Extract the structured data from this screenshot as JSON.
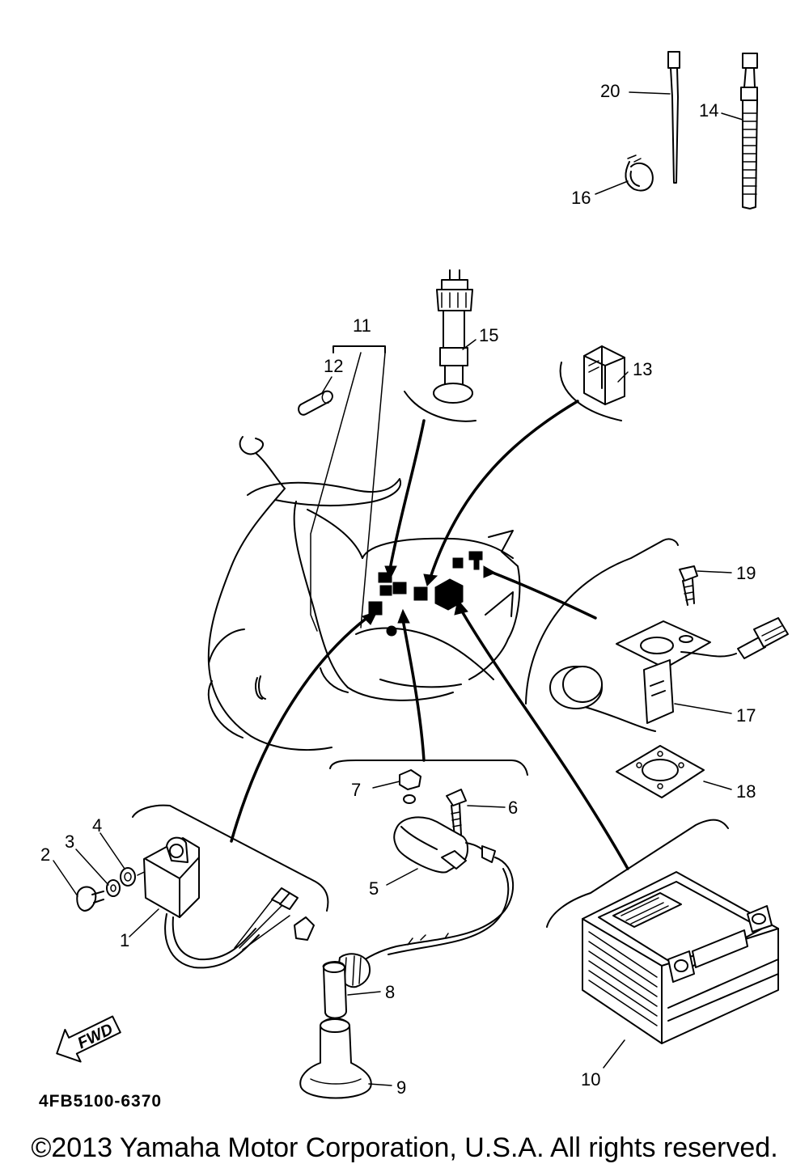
{
  "diagram": {
    "callouts": {
      "c1": "1",
      "c2": "2",
      "c3": "3",
      "c4": "4",
      "c5": "5",
      "c6": "6",
      "c7": "7",
      "c8": "8",
      "c9": "9",
      "c10": "10",
      "c11": "11",
      "c12": "12",
      "c13": "13",
      "c14": "14",
      "c15": "15",
      "c16": "16",
      "c17": "17",
      "c18": "18",
      "c19": "19",
      "c20": "20"
    },
    "fwd_label": "FWD",
    "part_code": "4FB5100-6370"
  },
  "footer": {
    "copyright": "©2013 Yamaha Motor Corporation, U.S.A. All rights reserved."
  }
}
